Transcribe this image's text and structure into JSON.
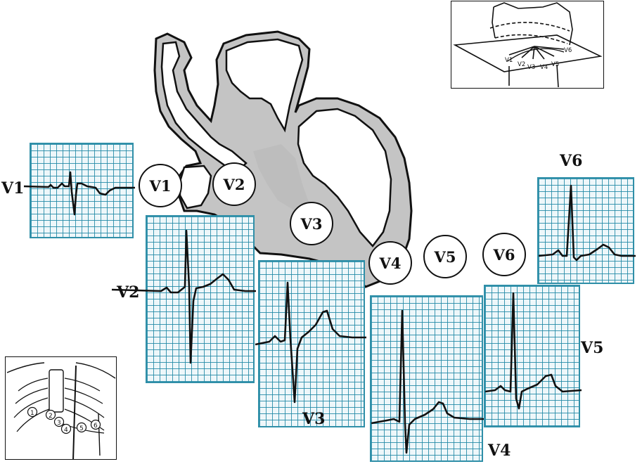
{
  "colors": {
    "grid": "#2f8fa8",
    "grid_bg": "#eef7fa",
    "heart_fill": "#c4c4c4",
    "ink": "#111111"
  },
  "leads": [
    {
      "id": "V1",
      "label": "V1",
      "electrode": "V1"
    },
    {
      "id": "V2",
      "label": "V2",
      "electrode": "V2"
    },
    {
      "id": "V3",
      "label": "V3",
      "electrode": "V3"
    },
    {
      "id": "V4",
      "label": "V4",
      "electrode": "V4"
    },
    {
      "id": "V5",
      "label": "V5",
      "electrode": "V5"
    },
    {
      "id": "V6",
      "label": "V6",
      "electrode": "V6"
    }
  ],
  "transverse_inset": {
    "labels": [
      "V1",
      "V2",
      "V3",
      "V4",
      "V5",
      "V6"
    ]
  },
  "chest_inset": {
    "labels": [
      "1",
      "2",
      "3",
      "4",
      "5",
      "6"
    ]
  }
}
